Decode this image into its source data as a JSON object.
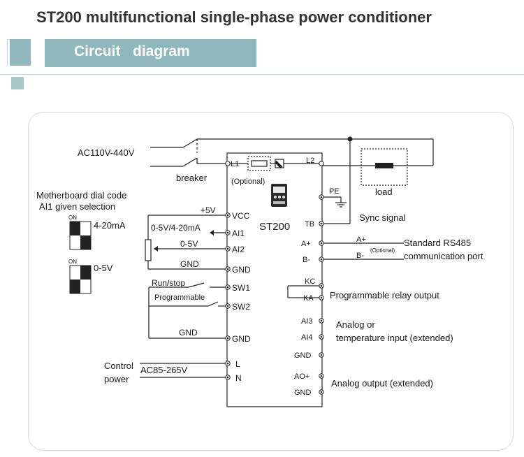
{
  "title": "ST200 multifunctional single-phase power conditioner",
  "section_header": "Circuit   diagram",
  "diagram": {
    "supply": "AC110V-440V",
    "breaker": "breaker",
    "device": "ST200",
    "optional": "(Optional)",
    "optional_rs485": "(Optional)",
    "load": "load",
    "motherboard_1": "Motherboard dial code",
    "motherboard_2": "AI1 given selection",
    "switch_on_a": "ON",
    "switch_on_b": "ON",
    "mode_a": "4-20mA",
    "mode_b": "0-5V",
    "plus5v": "+5V",
    "ai1_range": "0-5V/4-20mA",
    "ai2_range": "0-5V",
    "gnd_a": "GND",
    "gnd_b": "GND",
    "run_stop": "Run/stop",
    "programmable": "Programmable",
    "control_power_1": "Control",
    "control_power_2": "power",
    "control_voltage": "AC85-265V",
    "terminals_left": [
      "L1",
      "VCC",
      "AI1",
      "AI2",
      "GND",
      "SW1",
      "SW2",
      "GND",
      "L",
      "N"
    ],
    "terminals_right": [
      "L2",
      "PE",
      "TB",
      "A+",
      "B-",
      "KC",
      "KA",
      "AI3",
      "AI4",
      "GND",
      "AO+",
      "GND"
    ],
    "a_plus": "A+",
    "b_minus": "B-",
    "sync_signal": "Sync signal",
    "rs485_1": "Standard RS485",
    "rs485_2": "communication port",
    "relay_output": "Programmable relay output",
    "analog_in_1": "Analog or",
    "analog_in_2": "temperature input (extended)",
    "analog_output": "Analog output (extended)"
  }
}
